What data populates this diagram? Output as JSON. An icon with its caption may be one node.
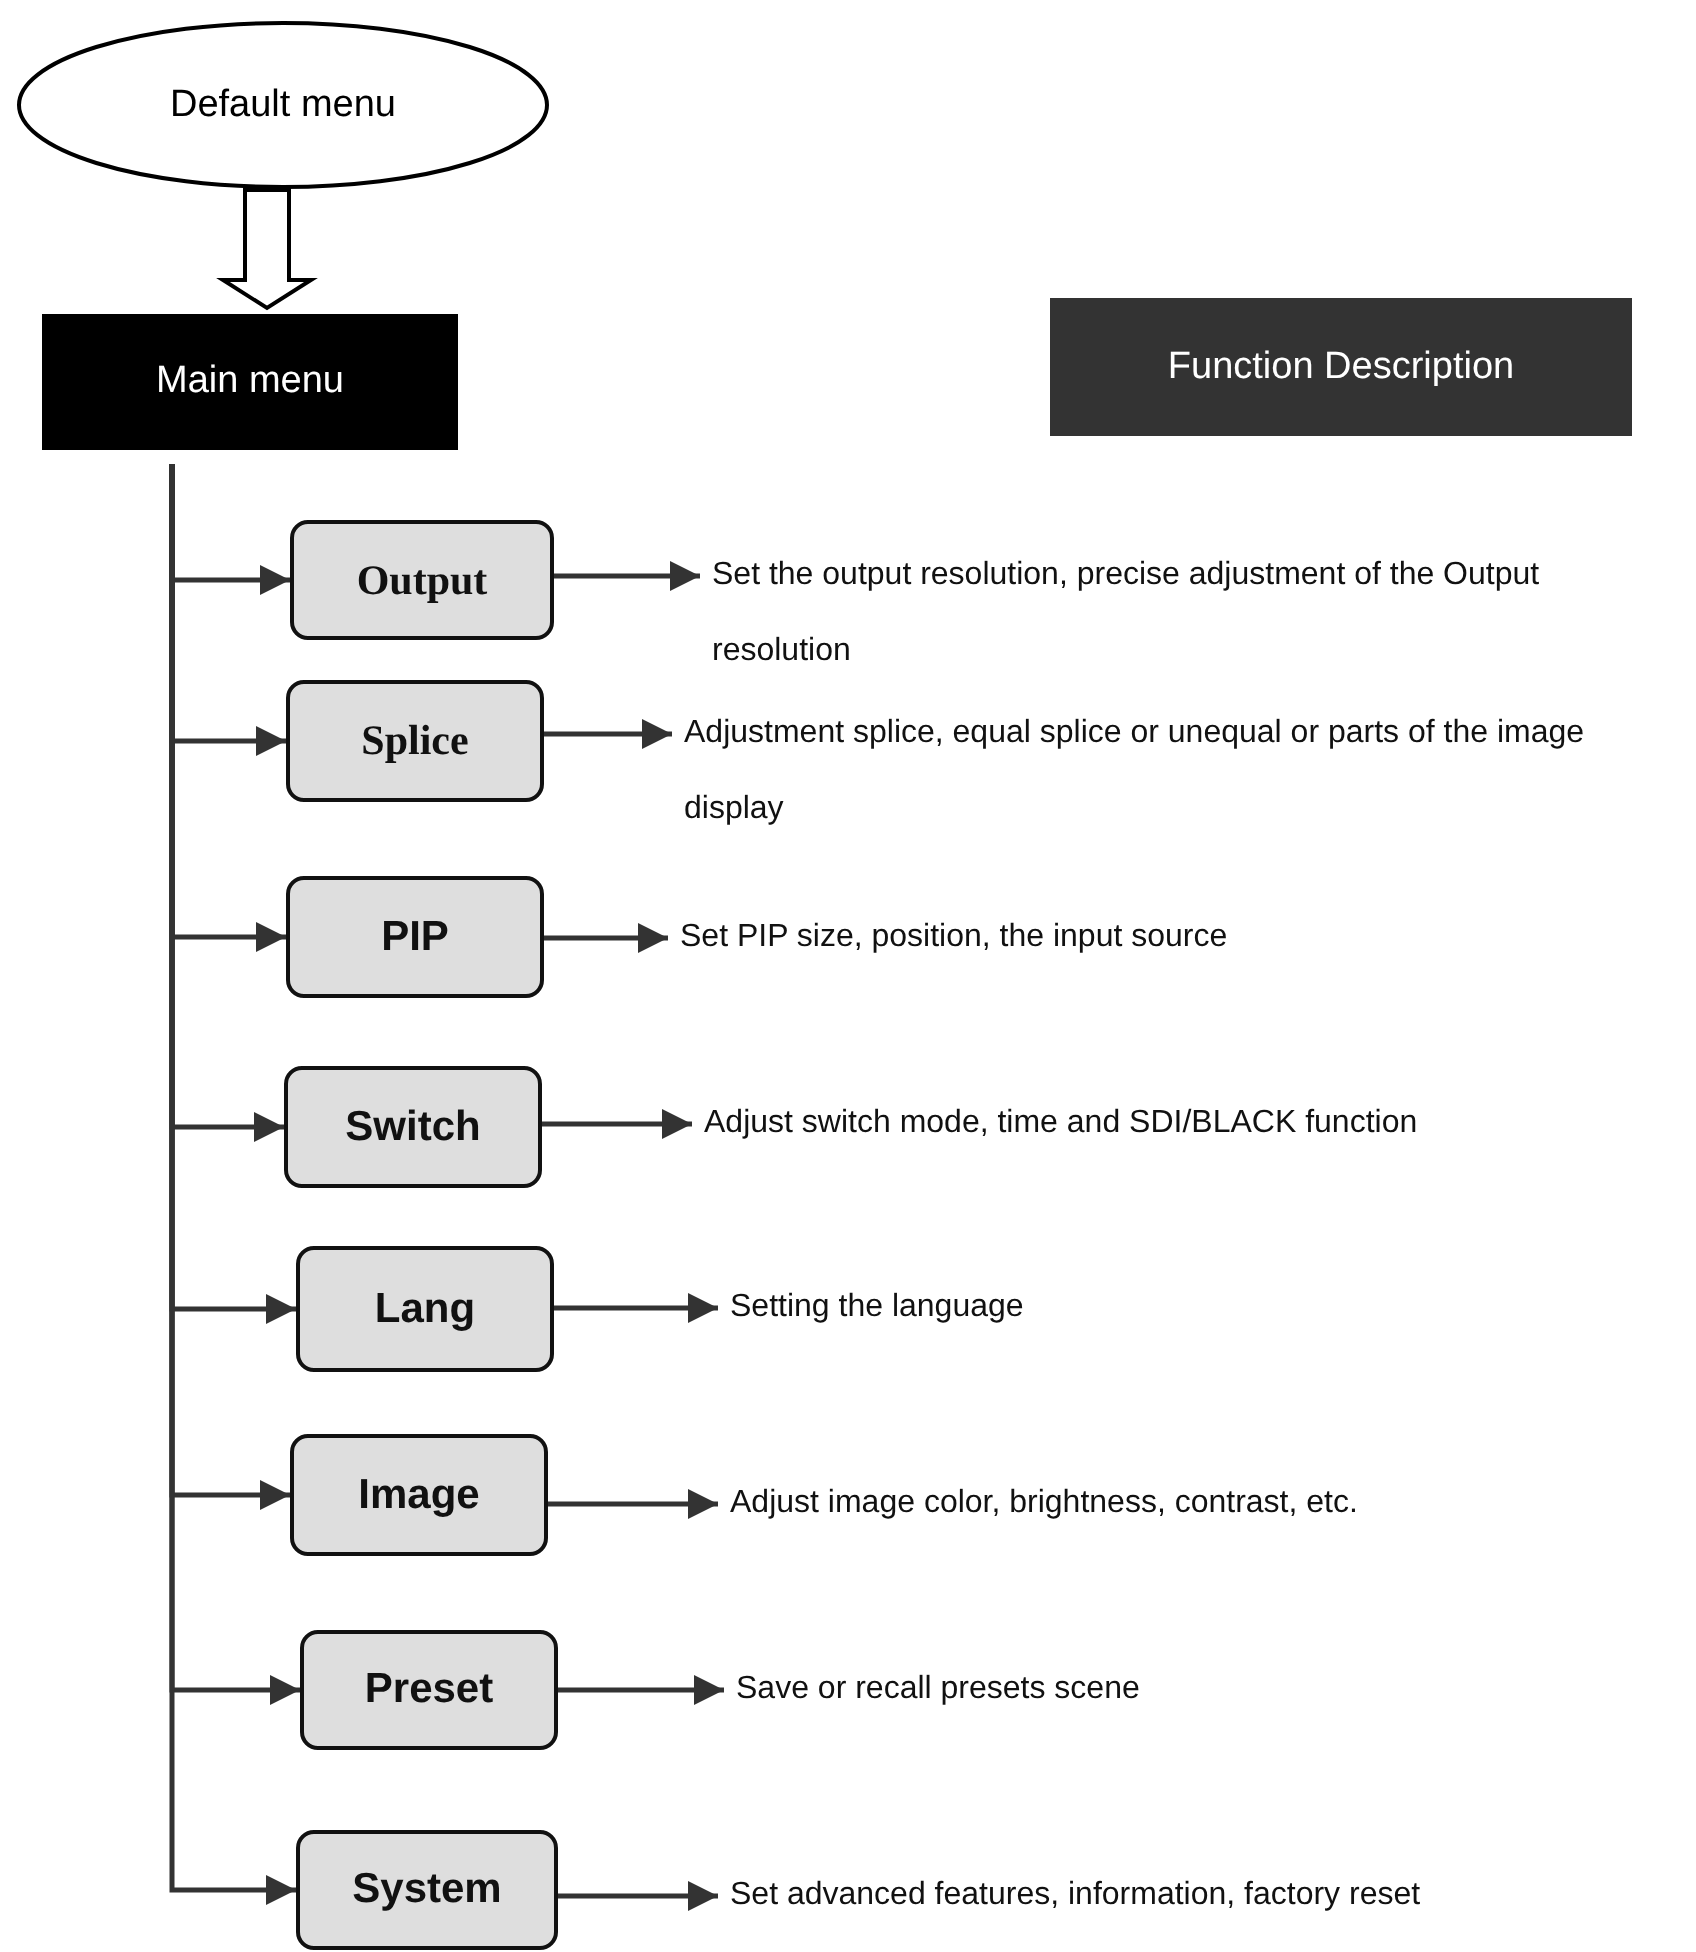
{
  "diagram": {
    "nodes": [
      {
        "text": [
          "Default menu"
        ]
      },
      {
        "text": [
          "Main menu"
        ]
      },
      {
        "text": [
          "Function Description"
        ]
      },
      {
        "text": [
          "Output"
        ]
      },
      {
        "text": [
          "Splice"
        ]
      },
      {
        "text": [
          "PIP"
        ]
      },
      {
        "text": [
          "Switch"
        ]
      },
      {
        "text": [
          "Lang"
        ]
      },
      {
        "text": [
          "Image"
        ]
      },
      {
        "text": [
          "Preset"
        ]
      },
      {
        "text": [
          "System"
        ]
      },
      {
        "text": [
          "Set the output resolution, precise adjustment of the Output resolution"
        ]
      },
      {
        "text": [
          "Adjustment splice, equal splice or unequal or parts of the image display"
        ]
      },
      {
        "text": [
          "Set PIP size, position, the input source"
        ]
      },
      {
        "text": [
          "Adjust switch mode, time and SDI/BLACK function"
        ]
      },
      {
        "text": [
          "Setting the language"
        ]
      },
      {
        "text": [
          "Adjust image color, brightness, contrast, etc."
        ]
      },
      {
        "text": [
          "Save or recall presets scene"
        ]
      },
      {
        "text": [
          "Set advanced features, information, factory reset"
        ]
      }
    ],
    "edges": [
      {
        "from": 0,
        "to": 1,
        "arrow": "to",
        "style": "thick"
      },
      {
        "from": 1,
        "to": 3,
        "arrow": "to"
      },
      {
        "from": 1,
        "to": 4,
        "arrow": "to"
      },
      {
        "from": 1,
        "to": 5,
        "arrow": "to"
      },
      {
        "from": 1,
        "to": 6,
        "arrow": "to"
      },
      {
        "from": 1,
        "to": 7,
        "arrow": "to"
      },
      {
        "from": 1,
        "to": 8,
        "arrow": "to"
      },
      {
        "from": 1,
        "to": 9,
        "arrow": "to"
      },
      {
        "from": 1,
        "to": 10,
        "arrow": "to"
      },
      {
        "from": 3,
        "to": 11,
        "arrow": "to"
      },
      {
        "from": 4,
        "to": 12,
        "arrow": "to"
      },
      {
        "from": 5,
        "to": 13,
        "arrow": "to"
      },
      {
        "from": 6,
        "to": 14,
        "arrow": "to"
      },
      {
        "from": 7,
        "to": 15,
        "arrow": "to"
      },
      {
        "from": 8,
        "to": 16,
        "arrow": "to"
      },
      {
        "from": 9,
        "to": 17,
        "arrow": "to"
      },
      {
        "from": 10,
        "to": 18,
        "arrow": "to"
      }
    ]
  }
}
